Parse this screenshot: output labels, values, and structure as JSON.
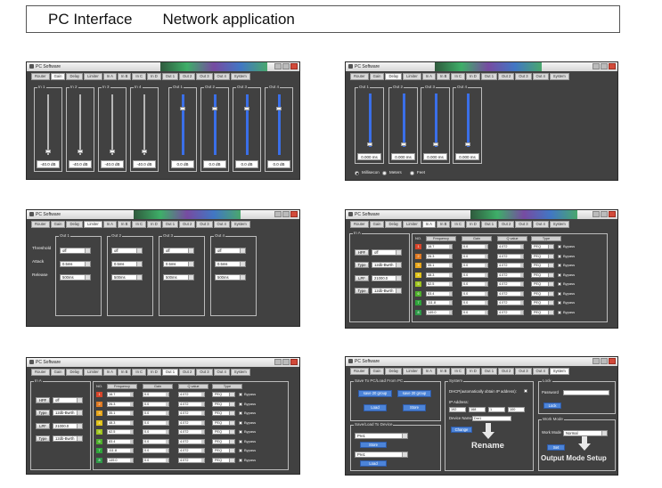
{
  "header": {
    "title": "PC Interface",
    "subtitle": "Network application"
  },
  "app_title": "PC Software",
  "tabs": [
    "Router",
    "Gain",
    "Delay",
    "Limiter",
    "In A",
    "In B",
    "In C",
    "In D",
    "Out 1",
    "Out 2",
    "Out 3",
    "Out 4",
    "System"
  ],
  "gain": {
    "channels": [
      "In 1",
      "In 2",
      "In 3",
      "In 4",
      "Out 1",
      "Out 2",
      "Out 3",
      "Out 4"
    ],
    "values": [
      "-40.0 dB",
      "-40.0 dB",
      "-40.0 dB",
      "-40.0 dB",
      "0.0 dB",
      "0.0 dB",
      "0.0 dB",
      "0.0 dB"
    ]
  },
  "delay": {
    "channels": [
      "Out 1",
      "Out 2",
      "Out 3",
      "Out 4"
    ],
    "values": [
      "0.000 ms",
      "0.000 ms",
      "0.000 ms",
      "0.000 ms"
    ],
    "units": [
      "Millisecon",
      "Meters",
      "Feet"
    ]
  },
  "limiter": {
    "channels": [
      "Out 1",
      "Out 2",
      "Out 3",
      "Out 4"
    ],
    "rows": [
      "Threshold",
      "Attack",
      "Release"
    ],
    "values": [
      "off",
      "0.5ms",
      "500ms"
    ]
  },
  "eq": {
    "group": "In A",
    "left_labels": [
      "HPF",
      "Type",
      "LPF",
      "Type"
    ],
    "left_values": [
      "off",
      "12db-Bwrth",
      "21000.0",
      "12db-Bwrth"
    ],
    "table_headers": [
      "Frequency",
      "Gain",
      "Q value",
      "Type"
    ],
    "num_label": "NO.",
    "bands": [
      {
        "n": "1",
        "freq": "16.7",
        "gain": "0.0",
        "q": "4.072",
        "type": "PEQ"
      },
      {
        "n": "2",
        "freq": "26.3",
        "gain": "0.0",
        "q": "4.072",
        "type": "PEQ"
      },
      {
        "n": "3",
        "freq": "35.1",
        "gain": "0.0",
        "q": "4.072",
        "type": "PEQ"
      },
      {
        "n": "4",
        "freq": "48.3",
        "gain": "0.0",
        "q": "4.072",
        "type": "PEQ"
      },
      {
        "n": "5",
        "freq": "62.5",
        "gain": "0.0",
        "q": "4.072",
        "type": "PEQ"
      },
      {
        "n": "6",
        "freq": "83.4",
        "gain": "0.0",
        "q": "4.072",
        "type": "PEQ"
      },
      {
        "n": "7",
        "freq": "111.8",
        "gain": "0.0",
        "q": "4.072",
        "type": "PEQ"
      },
      {
        "n": "8",
        "freq": "149.0",
        "gain": "0.0",
        "q": "4.072",
        "type": "PEQ"
      }
    ],
    "bypass": "Bypass",
    "band_colors": [
      "#d8452a",
      "#e07a22",
      "#e8a61a",
      "#e0c21a",
      "#9fc41e",
      "#4fb02c",
      "#2ea43a",
      "#2f9a48"
    ]
  },
  "system": {
    "save_group": "Save To PC/Load From PC",
    "save_btn": "save 20 group",
    "save_btn2": "save 20 group",
    "load_btn": "Load",
    "store_btn": "Store",
    "device_group": "Save/Load To Device",
    "preset1": "Pre1",
    "preset2": "Pre1",
    "store2": "Store",
    "load2": "Load",
    "sys_group": "System",
    "dhcp": "DHCP(automatically obtain IP address):",
    "ip_label": "IP Address:",
    "ip": [
      "192",
      "168",
      "1",
      "100"
    ],
    "dev_name_label": "Device Name:",
    "dev_name": "Dnr1",
    "change_btn": "Change",
    "lock_group": "Lock",
    "password_label": "Password",
    "lock_btn": "Lock",
    "work_group": "Work Mode",
    "work_label": "Work Mode",
    "work_value": "Normal",
    "set_btn": "Set",
    "rename": "Rename",
    "output_mode": "Output Mode Setup"
  }
}
